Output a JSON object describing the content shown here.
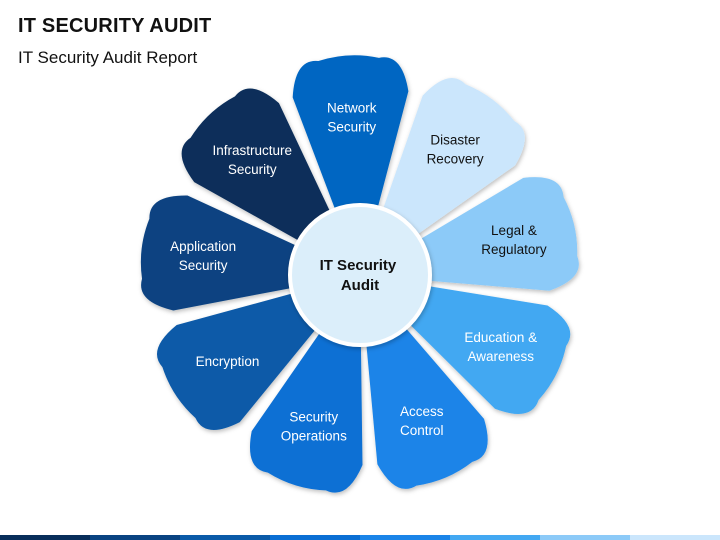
{
  "title": "IT SECURITY AUDIT",
  "subtitle": "IT Security Audit Report",
  "center": {
    "line1": "IT Security",
    "line2": "Audit",
    "fill": "#dbeefa",
    "stroke": "#ffffff"
  },
  "segments": [
    {
      "lines": [
        "Network",
        "Security"
      ],
      "color": "#0066c2",
      "text_color": "light"
    },
    {
      "lines": [
        "Disaster",
        "Recovery"
      ],
      "color": "#cbe6fc",
      "text_color": "dark"
    },
    {
      "lines": [
        "Legal &",
        "Regulatory"
      ],
      "color": "#8ccaf8",
      "text_color": "dark"
    },
    {
      "lines": [
        "Education &",
        "Awareness"
      ],
      "color": "#42a8f2",
      "text_color": "light"
    },
    {
      "lines": [
        "Access",
        "Control"
      ],
      "color": "#1a84e8",
      "text_color": "light"
    },
    {
      "lines": [
        "Security",
        "Operations"
      ],
      "color": "#0a6fd4",
      "text_color": "light"
    },
    {
      "lines": [
        "Encryption"
      ],
      "color": "#0a5aa8",
      "text_color": "light"
    },
    {
      "lines": [
        "Application",
        "Security"
      ],
      "color": "#094381",
      "text_color": "light"
    },
    {
      "lines": [
        "Infrastructure",
        "Security"
      ],
      "color": "#082e5a",
      "text_color": "light"
    }
  ],
  "bottom_bar_colors": [
    "#082e5a",
    "#094381",
    "#0a5aa8",
    "#0a6fd4",
    "#1a84e8",
    "#42a8f2",
    "#8ccaf8",
    "#cbe6fc"
  ]
}
